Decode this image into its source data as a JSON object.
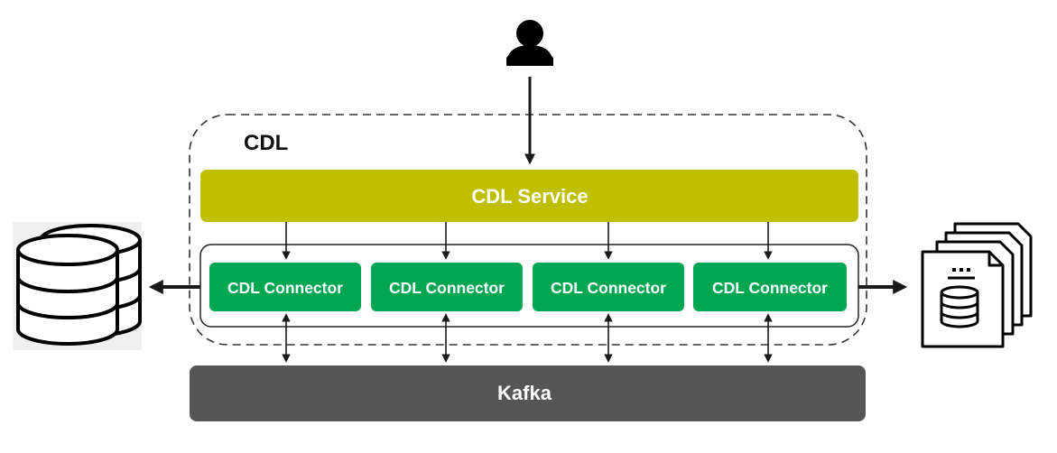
{
  "boundary": {
    "title": "CDL"
  },
  "service": {
    "label": "CDL Service",
    "color": "#BFBF00"
  },
  "connectors": [
    {
      "label": "CDL Connector"
    },
    {
      "label": "CDL Connector"
    },
    {
      "label": "CDL Connector"
    },
    {
      "label": "CDL Connector"
    }
  ],
  "connector_color": "#00A651",
  "kafka": {
    "label": "Kafka",
    "color": "#555555"
  },
  "icons": {
    "user": "user-icon",
    "source": "database-stack-icon",
    "sink": "data-documents-icon"
  }
}
